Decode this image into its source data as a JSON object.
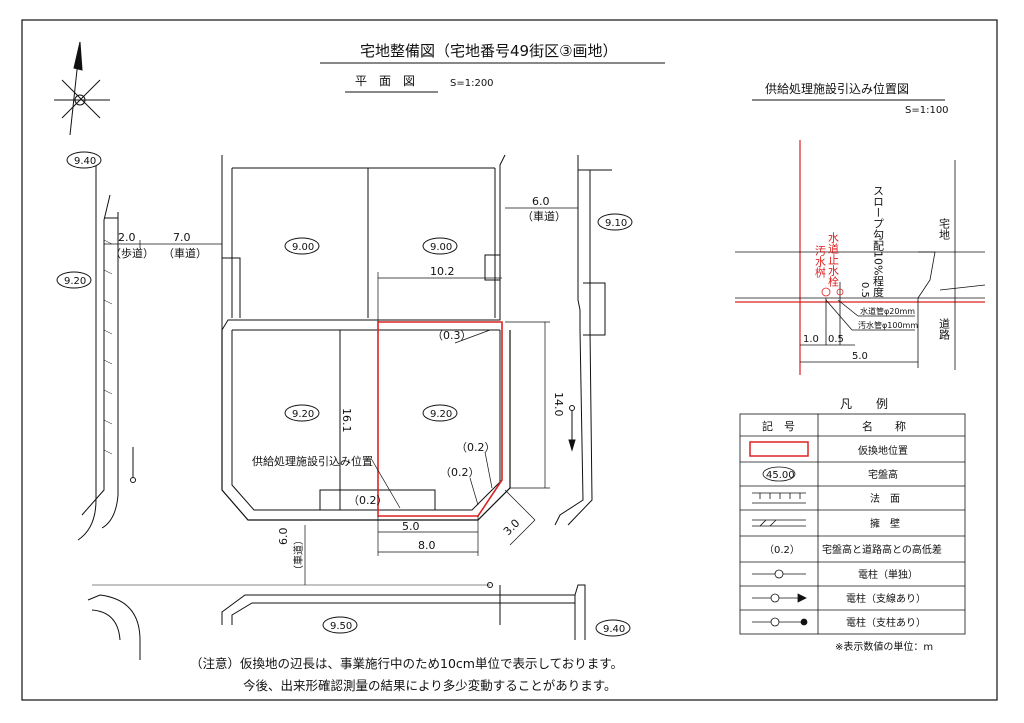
{
  "drawing": {
    "title": "宅地整備図（宅地番号49街区③画地）",
    "plan_label": "平　面　図",
    "plan_scale": "S=1:200",
    "detail_title": "供給処理施設引込み位置図",
    "detail_scale": "S=1:100"
  },
  "plan": {
    "elevations": [
      "9.40",
      "9.20",
      "9.00",
      "9.00",
      "9.10",
      "9.20",
      "9.20",
      "9.50",
      "9.40"
    ],
    "dims": {
      "sidewalk_w": "2.0",
      "sidewalk": "（歩道）",
      "road_left_w": "7.0",
      "road_left": "（車道）",
      "road_right_w": "6.0",
      "road_right": "（車道）",
      "top_len": "10.2",
      "right_len": "14.0",
      "left_len": "16.1",
      "bottom_5": "5.0",
      "bottom_8": "8.0",
      "corner": "3.0",
      "road_bottom_w": "6.0",
      "road_bottom": "（車道）"
    },
    "diffs": [
      "（0.3）",
      "（0.2）",
      "（0.2）",
      "（0.2）"
    ],
    "supply_label": "供給処理施設引込み位置"
  },
  "detail": {
    "water_valve": "水道止水栓",
    "sewer_box": "汚水桝",
    "slope": "スロープ勾配10%程度",
    "lot": "宅地",
    "road": "道路",
    "h": "0.5",
    "water_pipe": "水道管φ20mm",
    "sewer_pipe": "汚水管φ100mm",
    "d1": "1.0",
    "d2": "0.5",
    "total": "5.0"
  },
  "legend": {
    "title": "凡　　例",
    "col_symbol": "記　号",
    "col_name": "名　　称",
    "sample_elev": "45.00",
    "sample_diff": "（0.2）",
    "rows": [
      "仮換地位置",
      "宅盤高",
      "法　面",
      "擁　壁",
      "宅盤高と道路高との高低差",
      "電柱（単独）",
      "電柱（支線あり）",
      "電柱（支柱あり）"
    ],
    "unit_note": "※表示数値の単位：m"
  },
  "notes": {
    "line1": "（注意）仮換地の辺長は、事業施行中のため10cm単位で表示しております。",
    "line2": "今後、出来形確認測量の結果により多少変動することがあります。"
  },
  "colors": {
    "lot_outline": "#dd2222",
    "line": "#111111"
  }
}
